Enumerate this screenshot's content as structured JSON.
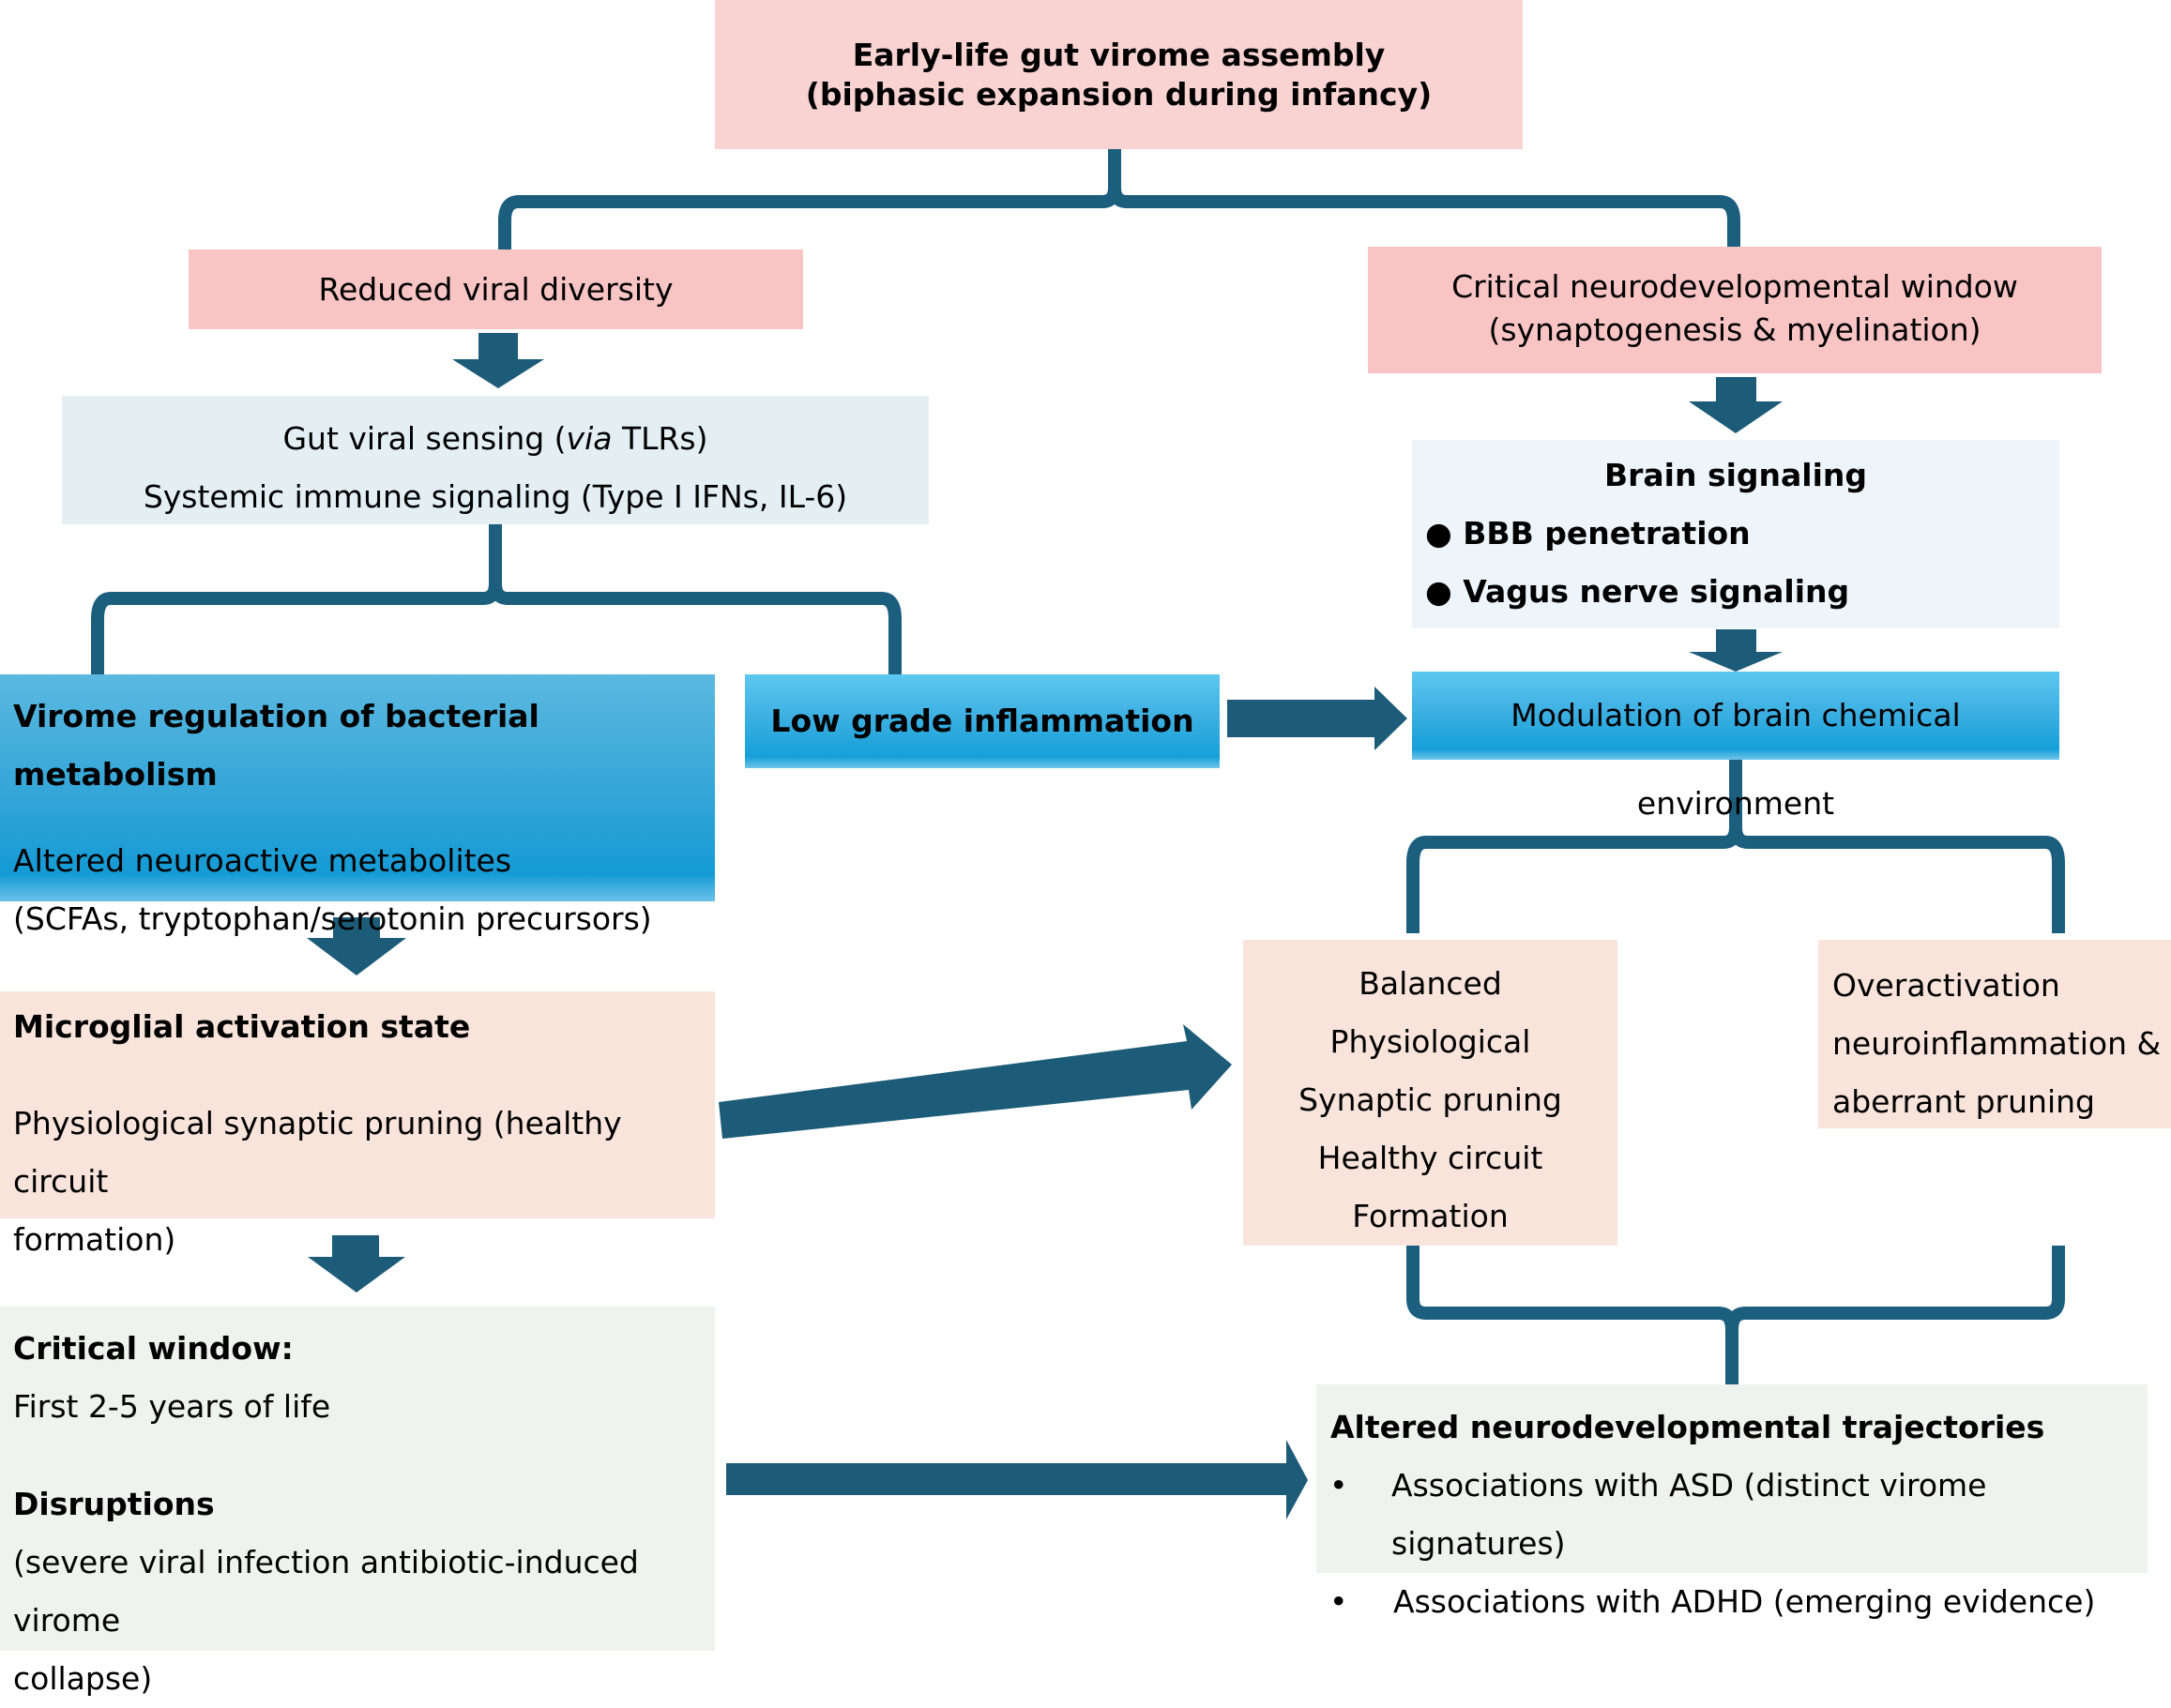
{
  "top": {
    "line1": "Early-life gut virome assembly",
    "line2": "(biphasic expansion during infancy)"
  },
  "left_branch": {
    "reduced": "Reduced viral diversity",
    "sensing": {
      "line1_prefix": "Gut viral sensing (",
      "line1_italic": "via",
      "line1_suffix": " TLRs)",
      "line2": "Systemic immune signaling (Type I IFNs, IL-6)"
    },
    "virome_regulation": {
      "title": "Virome regulation of bacterial metabolism",
      "line1": "Altered neuroactive metabolites",
      "line2": "(SCFAs, tryptophan/serotonin precursors)"
    },
    "low_grade": "Low grade inflammation",
    "microglial": {
      "title": "Microglial activation state",
      "line1": "Physiological synaptic pruning (healthy circuit",
      "line2": "formation)"
    },
    "critical_window": {
      "title": "Critical window:",
      "line1": "First 2-5 years of life",
      "title2": "Disruptions",
      "line2": "(severe viral infection antibiotic-induced virome",
      "line3": "collapse)"
    }
  },
  "right_branch": {
    "critical_neuro": {
      "line1": "Critical neurodevelopmental window",
      "line2": "(synaptogenesis & myelination)"
    },
    "brain_signaling": {
      "title": "Brain signaling",
      "items": [
        "● BBB penetration",
        "● Vagus nerve signaling"
      ]
    },
    "modulation": "Modulation of brain chemical environment",
    "balanced": [
      "Balanced",
      "Physiological",
      "Synaptic pruning",
      "Healthy circuit",
      "Formation"
    ],
    "overactivation": [
      "Overactivation",
      "neuroinflammation &",
      "aberrant pruning"
    ],
    "altered": {
      "title": "Altered neurodevelopmental trajectories",
      "bullet": "•",
      "items": [
        "Associations with ASD (distinct virome signatures)",
        "Associations with ADHD (emerging evidence)"
      ]
    }
  },
  "colors": {
    "connector": "#1b5e7e",
    "arrow": "#1d5c78"
  }
}
